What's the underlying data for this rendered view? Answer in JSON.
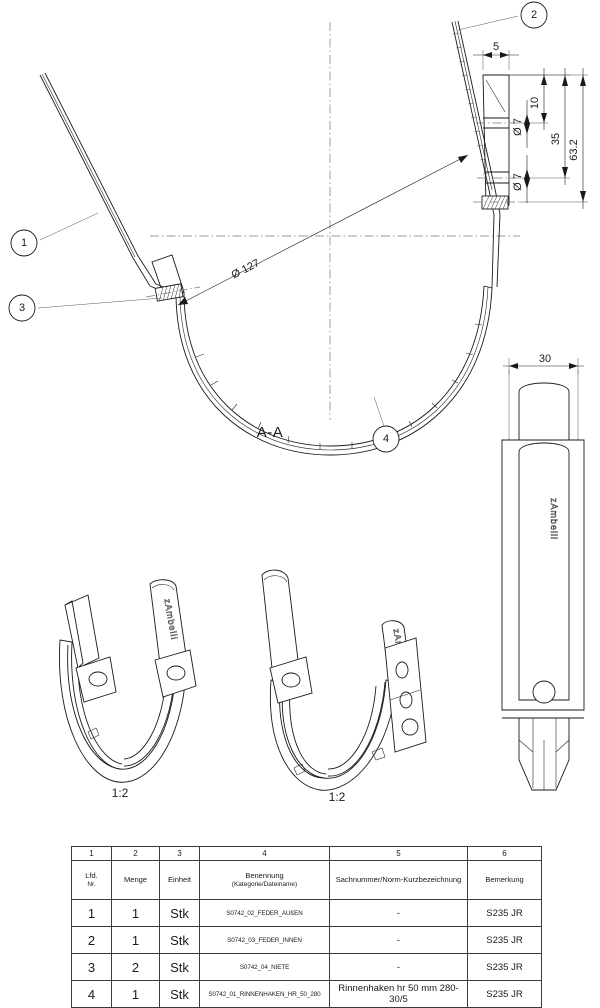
{
  "drawing": {
    "section_label": "A-A",
    "balloons": [
      {
        "id": "1",
        "label": "1"
      },
      {
        "id": "2",
        "label": "2"
      },
      {
        "id": "3",
        "label": "3"
      },
      {
        "id": "4",
        "label": "4"
      }
    ],
    "dimensions": {
      "arc_diameter": "Ø 127",
      "bar_width": "5",
      "hole_spacing_top": "10",
      "hole_spacing_mid": "35",
      "overall_length": "63.2",
      "hole_dia_upper": "Ø 7",
      "hole_dia_lower": "Ø 7",
      "profile_width": "30"
    },
    "brand_text": "zAmbelli",
    "iso_views": [
      {
        "scale": "1:2"
      },
      {
        "scale": "1:2"
      }
    ]
  },
  "parts_table": {
    "column_numbers": [
      "1",
      "2",
      "3",
      "4",
      "5",
      "6"
    ],
    "headers": [
      {
        "main": "Lfd.",
        "sub": "Nr."
      },
      {
        "main": "Menge",
        "sub": ""
      },
      {
        "main": "Einheit",
        "sub": ""
      },
      {
        "main": "Benennung",
        "sub": "(Kategorie/Dateiname)"
      },
      {
        "main": "Sachnummer/Norm-Kurzbezeichnung",
        "sub": ""
      },
      {
        "main": "Bemerkung",
        "sub": ""
      }
    ],
    "rows": [
      {
        "pos": "1",
        "qty": "1",
        "unit": "Stk",
        "name": "S0742_02_FEDER_AUßEN",
        "partnumber": "-",
        "remark": "S235  JR"
      },
      {
        "pos": "2",
        "qty": "1",
        "unit": "Stk",
        "name": "S0742_03_FEDER_INNEN",
        "partnumber": "-",
        "remark": "S235  JR"
      },
      {
        "pos": "3",
        "qty": "2",
        "unit": "Stk",
        "name": "S0742_04_NIETE",
        "partnumber": "-",
        "remark": "S235  JR"
      },
      {
        "pos": "4",
        "qty": "1",
        "unit": "Stk",
        "name": "S0742_01_RINNENHAKEN_HR_50_280",
        "partnumber": "Rinnenhaken hr 50 mm 280-30/5",
        "remark": "S235  JR"
      }
    ]
  }
}
